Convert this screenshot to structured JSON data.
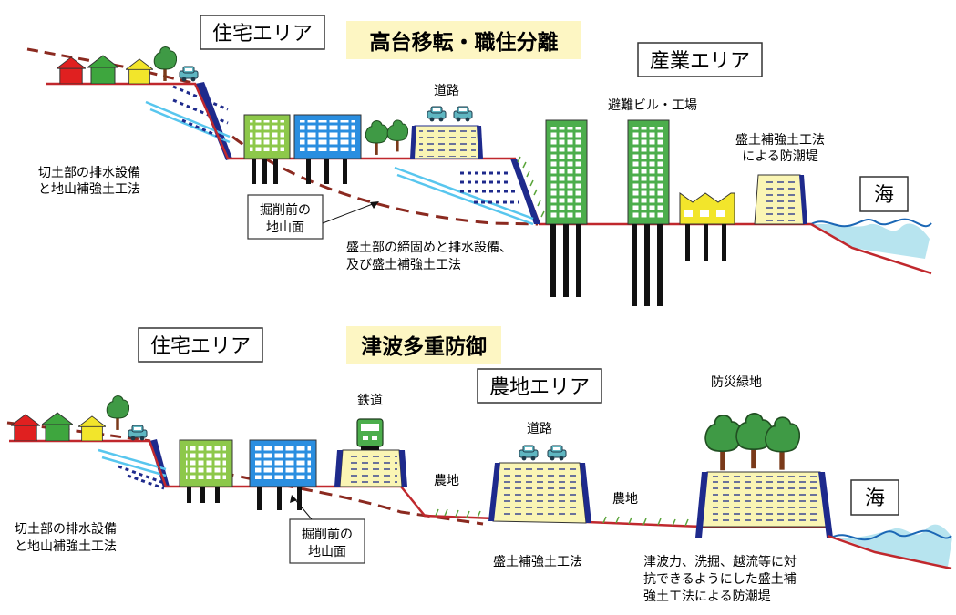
{
  "top": {
    "title": "高台移転・職住分離",
    "residential_area": "住宅エリア",
    "industrial_area": "産業エリア",
    "sea": "海",
    "road": "道路",
    "evac_building": "避難ビル・工場",
    "seawall_label": [
      "盛土補強土工法",
      "による防潮堤"
    ],
    "cut_label": [
      "切土部の排水設備",
      "と地山補強土工法"
    ],
    "original_ground": [
      "掘削前の",
      "地山面"
    ],
    "fill_label": [
      "盛土部の締固めと排水設備、",
      "及び盛土補強土工法"
    ]
  },
  "bottom": {
    "title": "津波多重防御",
    "residential_area": "住宅エリア",
    "farmland_area": "農地エリア",
    "sea": "海",
    "railway": "鉄道",
    "road": "道路",
    "farmland_left": "農地",
    "farmland_right": "農地",
    "green_belt": "防災緑地",
    "cut_label": [
      "切土部の排水設備",
      "と地山補強土工法"
    ],
    "original_ground": [
      "掘削前の",
      "地山面"
    ],
    "fill_label": "盛土補強土工法",
    "seawall_label": [
      "津波力、洗掘、越流等に対",
      "抗できるようにした盛土補",
      "強土工法による防潮堤"
    ]
  },
  "colors": {
    "ground": "#c0282d",
    "dashed_ground": "#8b2a20",
    "embankment": "#faf5b4",
    "wall": "#1e2a8c",
    "building_green": "#4cae4c",
    "building_blue": "#2a8ee0",
    "building_lightgreen": "#8dc84a",
    "factory": "#f2e52b",
    "title_highlight": "#fdf6c3",
    "sea": "#b7e4ef",
    "sea_line": "#1b67b5"
  }
}
